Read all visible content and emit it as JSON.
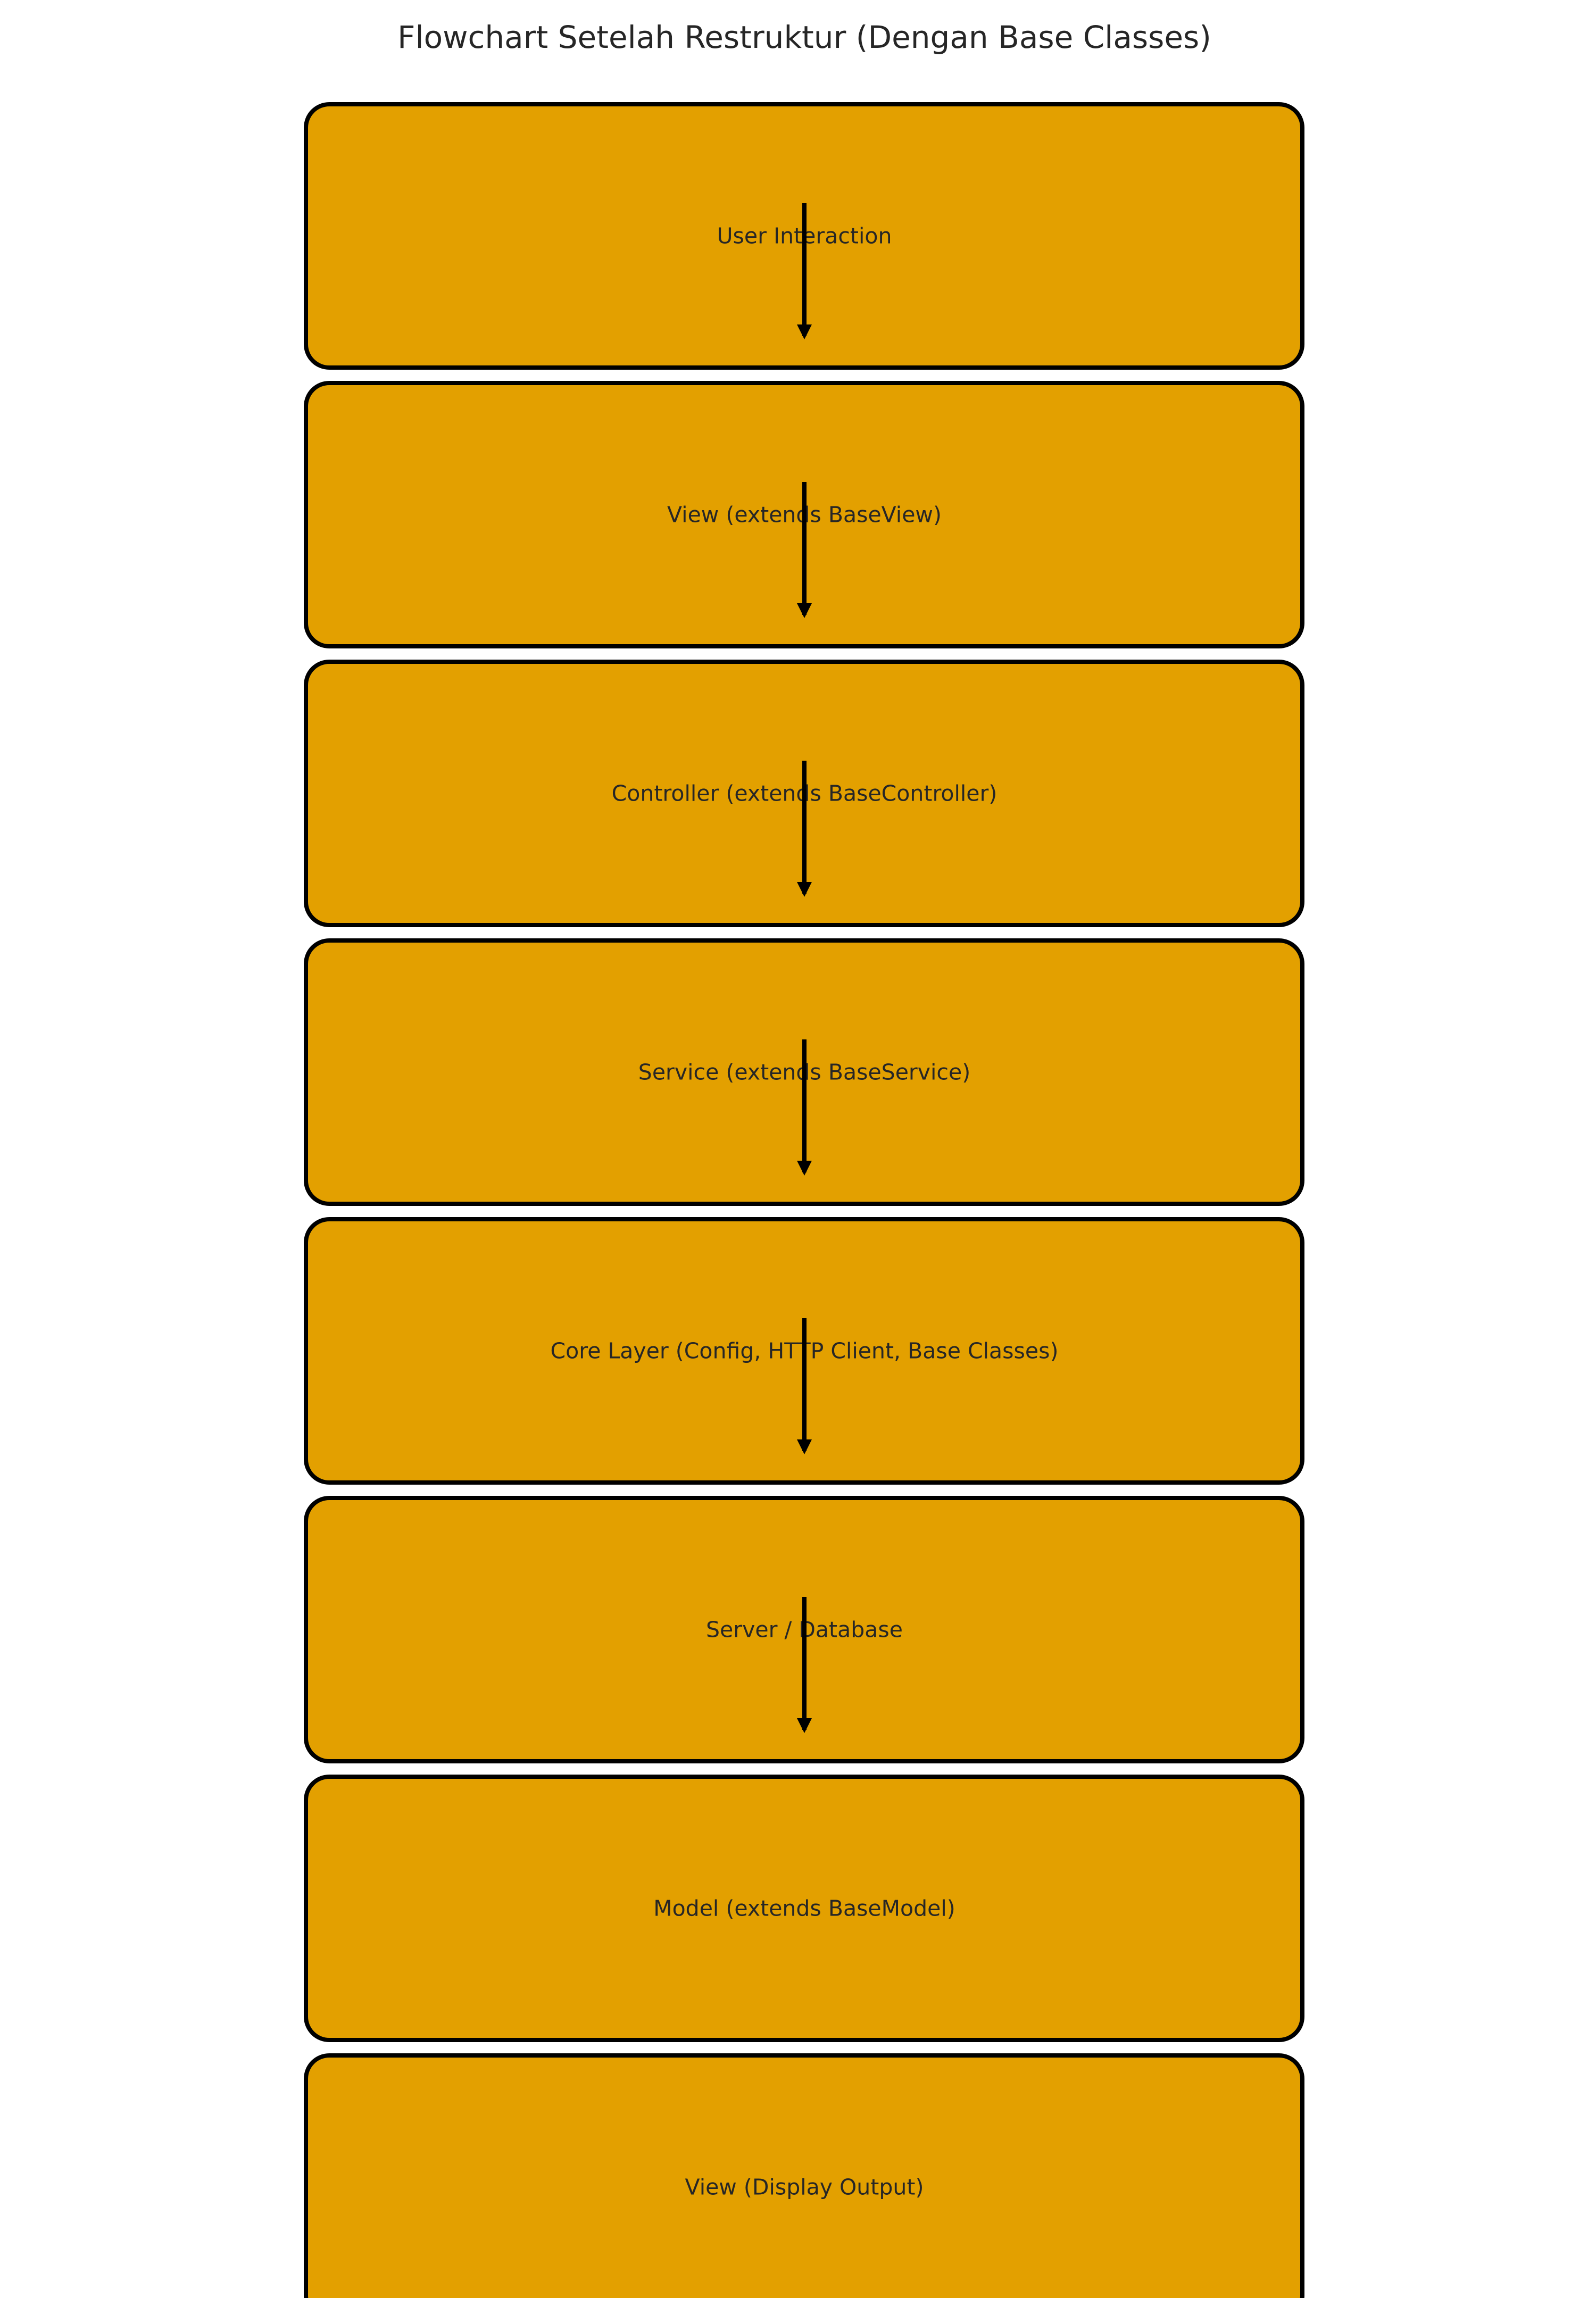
{
  "title": "Flowchart Setelah Restruktur (Dengan Base Classes)",
  "colors": {
    "node_fill": "#E3A000",
    "node_stroke": "#000000",
    "arrow": "#000000",
    "text": "#262626",
    "background": "#FFFFFF"
  },
  "nodes": [
    {
      "id": "user-interaction",
      "label": "User Interaction"
    },
    {
      "id": "view",
      "label": "View (extends BaseView)"
    },
    {
      "id": "controller",
      "label": "Controller (extends BaseController)"
    },
    {
      "id": "service",
      "label": "Service (extends BaseService)"
    },
    {
      "id": "core-layer",
      "label": "Core Layer (Config, HTTP Client, Base Classes)"
    },
    {
      "id": "server-database",
      "label": "Server / Database"
    },
    {
      "id": "model",
      "label": "Model (extends BaseModel)"
    },
    {
      "id": "view-display-output",
      "label": "View (Display Output)"
    }
  ],
  "edges": [
    {
      "from": "user-interaction",
      "to": "view"
    },
    {
      "from": "view",
      "to": "controller"
    },
    {
      "from": "controller",
      "to": "service"
    },
    {
      "from": "service",
      "to": "core-layer"
    },
    {
      "from": "core-layer",
      "to": "server-database"
    },
    {
      "from": "server-database",
      "to": "model"
    }
  ]
}
